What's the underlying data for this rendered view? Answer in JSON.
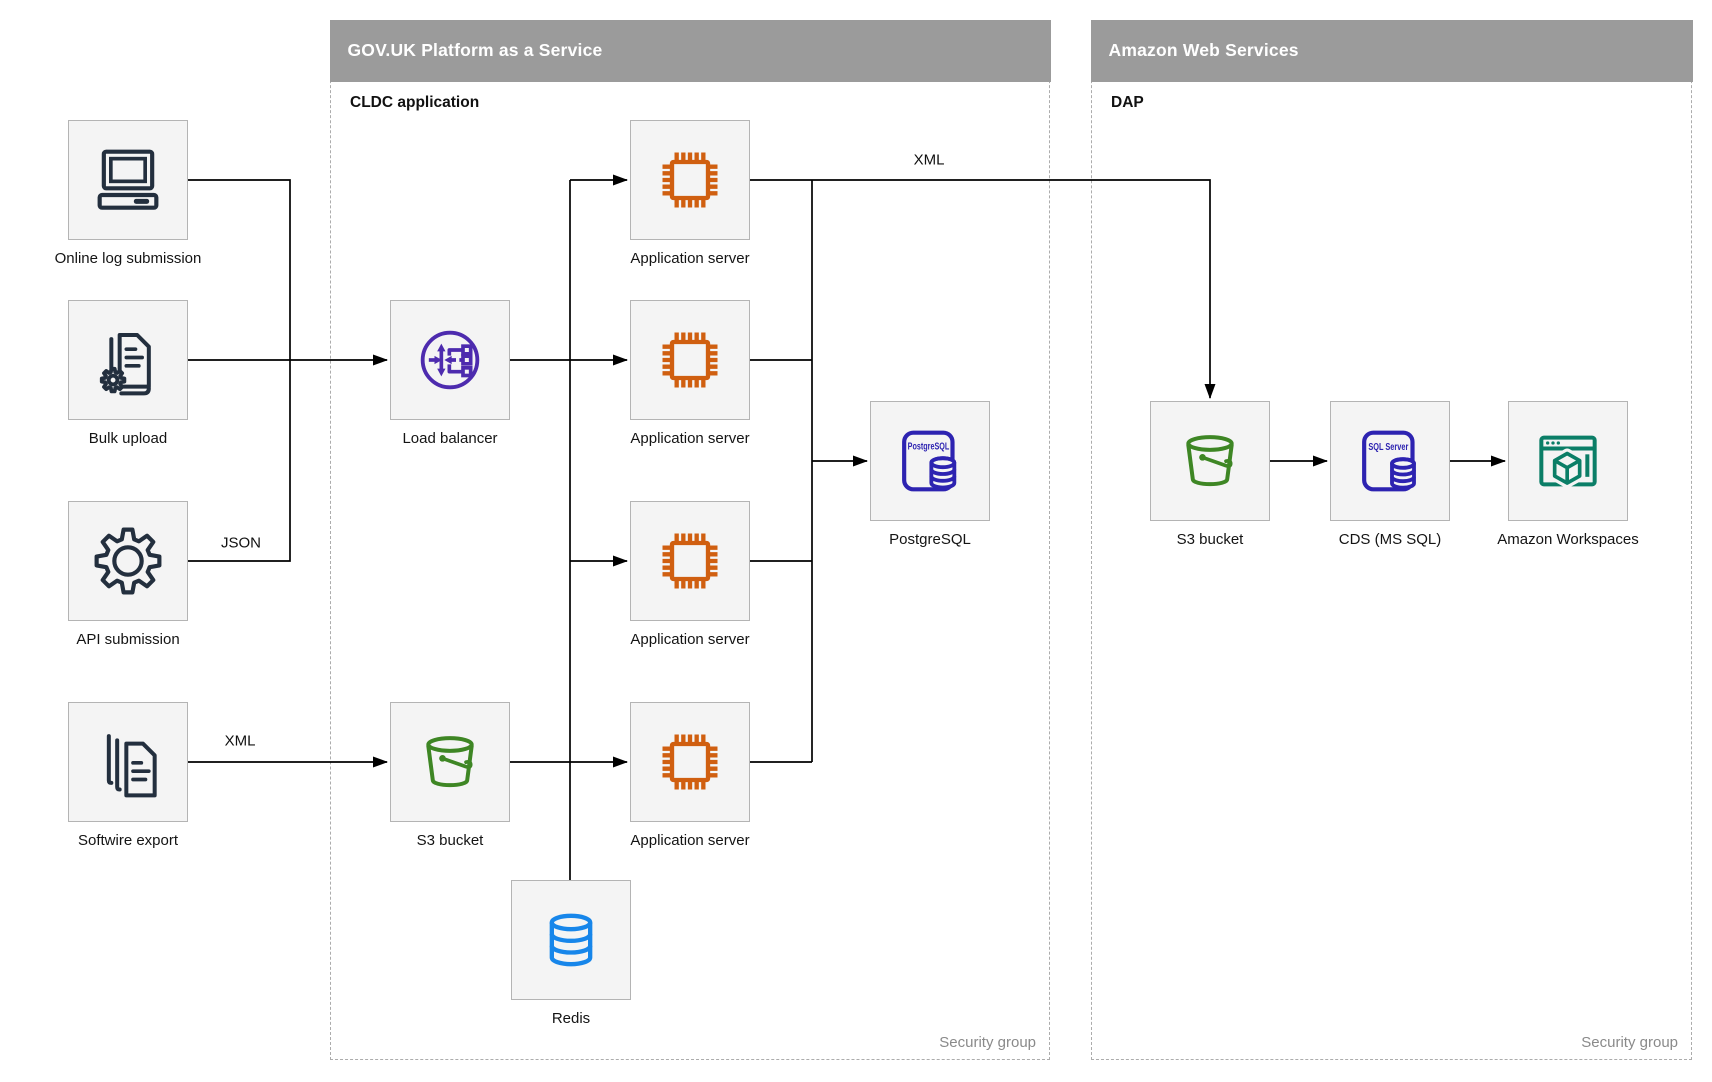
{
  "containers": {
    "govuk": {
      "title": "GOV.UK Platform as a Service",
      "sublabel": "CLDC application",
      "footer": "Security group"
    },
    "aws": {
      "title": "Amazon Web Services",
      "sublabel": "DAP",
      "footer": "Security group"
    }
  },
  "nodes": {
    "online_log": {
      "label": "Online log submission"
    },
    "bulk_upload": {
      "label": "Bulk upload"
    },
    "api_submission": {
      "label": "API submission"
    },
    "softwire_export": {
      "label": "Softwire export"
    },
    "load_balancer": {
      "label": "Load balancer"
    },
    "s3_govuk": {
      "label": "S3 bucket"
    },
    "app_server_1": {
      "label": "Application server"
    },
    "app_server_2": {
      "label": "Application server"
    },
    "app_server_3": {
      "label": "Application server"
    },
    "app_server_4": {
      "label": "Application server"
    },
    "postgresql": {
      "label": "PostgreSQL"
    },
    "redis": {
      "label": "Redis"
    },
    "s3_aws": {
      "label": "S3 bucket"
    },
    "cds": {
      "label": "CDS (MS SQL)"
    },
    "workspaces": {
      "label": "Amazon Workspaces"
    }
  },
  "icon_text": {
    "postgresql": "PostgreSQL",
    "sql_server": "SQL Server"
  },
  "edge_labels": {
    "json": "JSON",
    "xml_export": "XML",
    "xml_transfer": "XML"
  },
  "colors": {
    "header_gray": "#9b9b9b",
    "dashed_border": "#acacac",
    "node_fill": "#f4f4f4",
    "node_border": "#b4b4b4",
    "navy": "#232f3e",
    "orange": "#d05f10",
    "purple": "#4d2bae",
    "green": "#3e8624",
    "azure": "#1786ea",
    "indigo": "#2d23b1",
    "teal": "#0b7e67",
    "edge_black": "#000000",
    "footer_gray": "#8a8a8a"
  }
}
